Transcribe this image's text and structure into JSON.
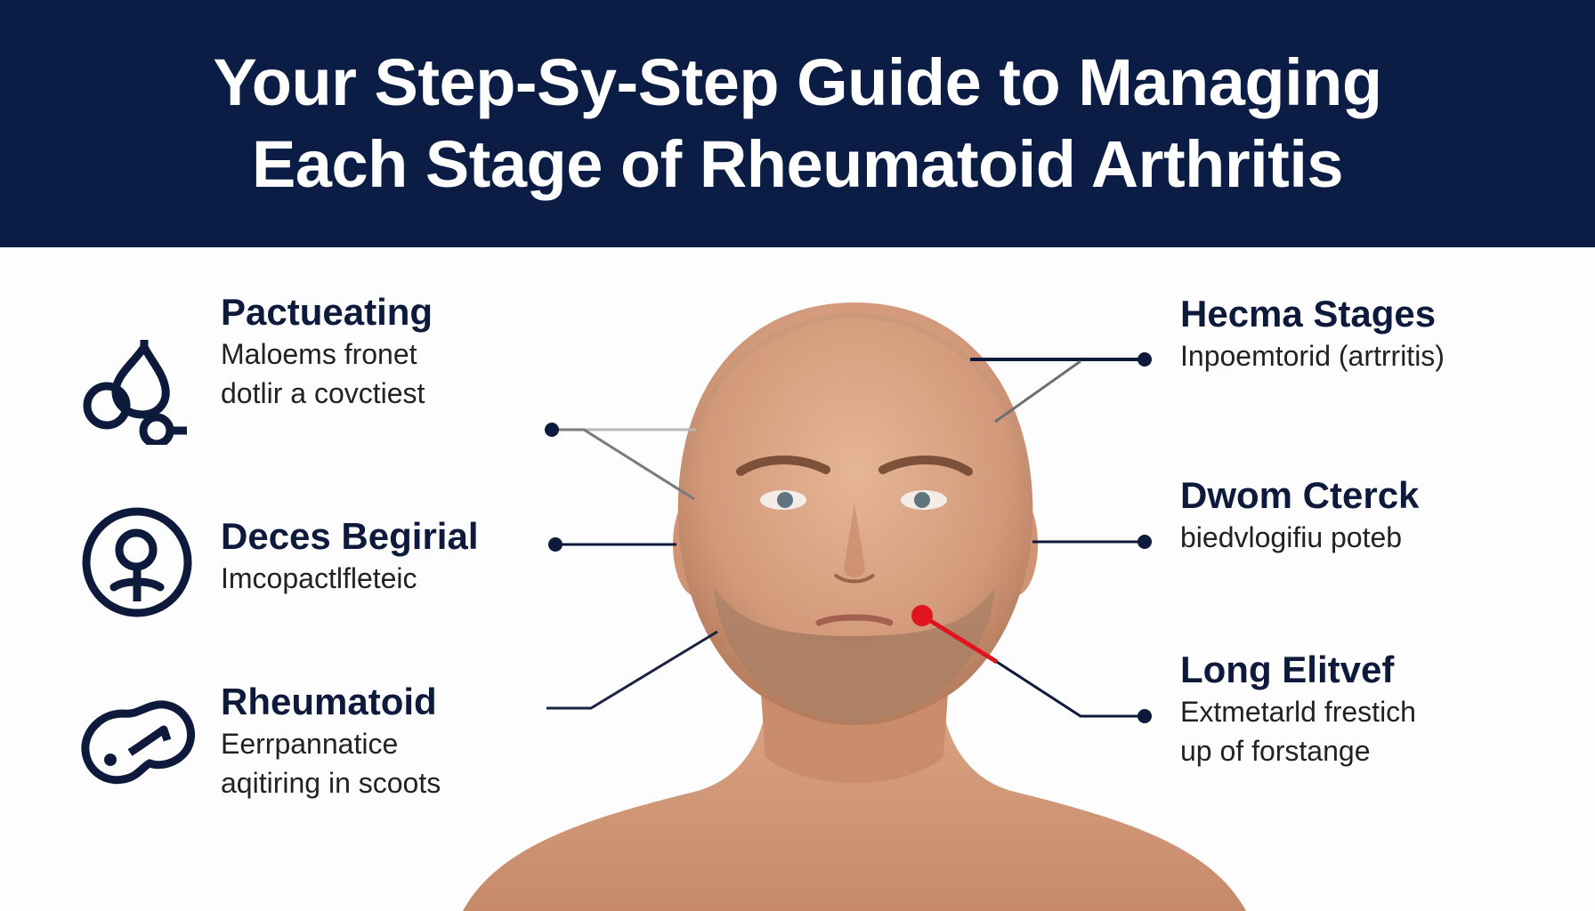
{
  "header": {
    "title_line1": "Your Step-Sy-Step Guide to Managing",
    "title_line2": "Each Stage of Rheumatoid Arthritis",
    "background_color": "#0b1c45"
  },
  "left_stages": [
    {
      "icon": "droplet-circles-icon",
      "heading": "Pactueating",
      "desc_line1": "Maloems fronet",
      "desc_line2": "dotlir a covctiest"
    },
    {
      "icon": "female-symbol-icon",
      "heading": "Deces Begirial",
      "desc_line1": "Imcopactlfleteic",
      "desc_line2": ""
    },
    {
      "icon": "joint-link-icon",
      "heading": "Rheumatoid",
      "desc_line1": "Eerrpannatice",
      "desc_line2": "aqitiring in scoots"
    }
  ],
  "right_stages": [
    {
      "heading": "Hecma Stages",
      "desc_line1": "Inpoemtorid (artrritis)",
      "desc_line2": ""
    },
    {
      "heading": "Dwom Cterck",
      "desc_line1": "biedvlogifiu poteb",
      "desc_line2": ""
    },
    {
      "heading": "Long Elitvef",
      "desc_line1": "Extmetarld frestich",
      "desc_line2": "up of forstange"
    }
  ],
  "figure": {
    "subject": "portrait of bald man with callout lines",
    "marker_color": "#e0141c",
    "line_color": "#0d1a3c"
  }
}
